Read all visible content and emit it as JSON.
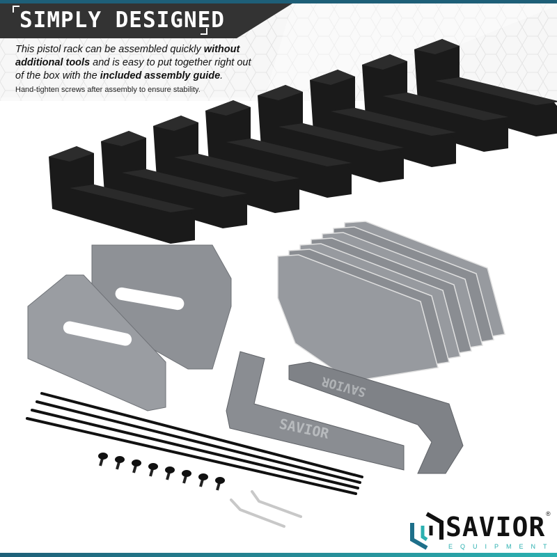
{
  "header": {
    "title": "SIMPLY DESIGNED",
    "description_parts": [
      {
        "text": "This pistol rack can be assembled quickly ",
        "bold": false
      },
      {
        "text": "without additional tools",
        "bold": true
      },
      {
        "text": " and is easy to put together right out of the box with the ",
        "bold": false
      },
      {
        "text": "included assembly guide",
        "bold": true
      },
      {
        "text": ".",
        "bold": false
      }
    ],
    "note": "Hand-tighten screws after assembly to ensure stability."
  },
  "brand": {
    "name": "SAVIOR",
    "sub": "EQUIPMENT",
    "reg": "®",
    "bracket_marking": "SAVIOR"
  },
  "colors": {
    "accent_dark": "#1e5f78",
    "accent_teal": "#2bb0b0",
    "foam": "#1a1a1a",
    "plate": "#8e9196",
    "header_dark": "#2e2e2e"
  },
  "parts": {
    "foam_blocks": 8,
    "large_plates": 2,
    "stacked_plates": 7,
    "brackets": 2,
    "rods": 4,
    "screws": 8,
    "hex_keys": 2
  }
}
